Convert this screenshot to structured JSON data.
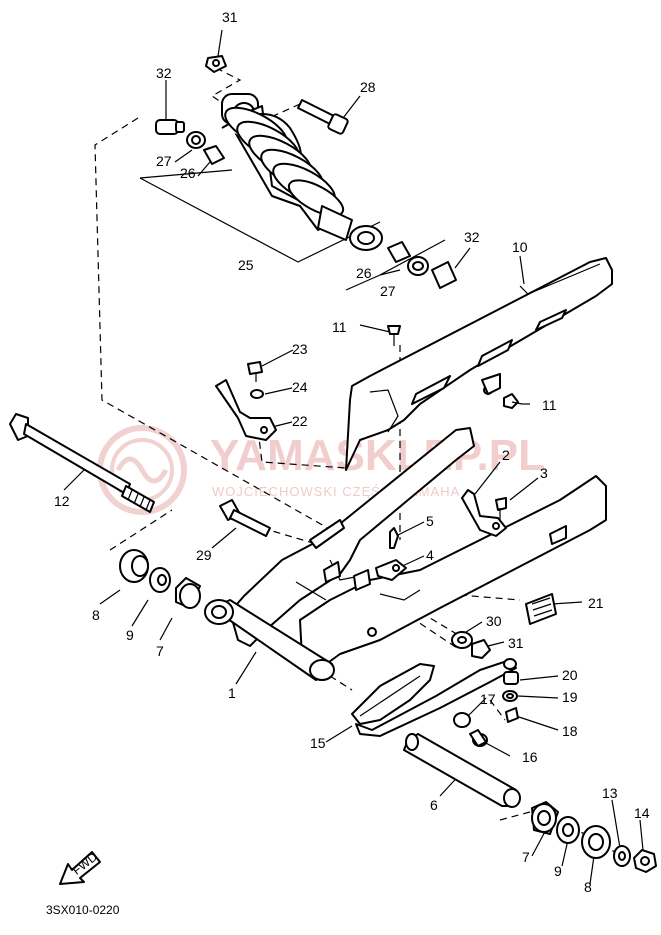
{
  "diagram": {
    "drawing_code": "3SX010-0220",
    "fwd_label": "FWD",
    "watermark": {
      "brand": "YAMASKLEP.PL",
      "tagline": "WOJCIECHOWSKI CZĘŚCI YAMAHA"
    },
    "callouts": [
      {
        "id": "c31a",
        "label": "31"
      },
      {
        "id": "c32a",
        "label": "32"
      },
      {
        "id": "c28",
        "label": "28"
      },
      {
        "id": "c27a",
        "label": "27"
      },
      {
        "id": "c26a",
        "label": "26"
      },
      {
        "id": "c25",
        "label": "25"
      },
      {
        "id": "c32b",
        "label": "32"
      },
      {
        "id": "c10",
        "label": "10"
      },
      {
        "id": "c26b",
        "label": "26"
      },
      {
        "id": "c27b",
        "label": "27"
      },
      {
        "id": "c11a",
        "label": "11"
      },
      {
        "id": "c23",
        "label": "23"
      },
      {
        "id": "c24",
        "label": "24"
      },
      {
        "id": "c11b",
        "label": "11"
      },
      {
        "id": "c22",
        "label": "22"
      },
      {
        "id": "c12",
        "label": "12"
      },
      {
        "id": "c2",
        "label": "2"
      },
      {
        "id": "c3",
        "label": "3"
      },
      {
        "id": "c5",
        "label": "5"
      },
      {
        "id": "c29",
        "label": "29"
      },
      {
        "id": "c4",
        "label": "4"
      },
      {
        "id": "c8a",
        "label": "8"
      },
      {
        "id": "c9a",
        "label": "9"
      },
      {
        "id": "c7a",
        "label": "7"
      },
      {
        "id": "c21",
        "label": "21"
      },
      {
        "id": "c30",
        "label": "30"
      },
      {
        "id": "c31b",
        "label": "31"
      },
      {
        "id": "c1",
        "label": "1"
      },
      {
        "id": "c20",
        "label": "20"
      },
      {
        "id": "c19",
        "label": "19"
      },
      {
        "id": "c17",
        "label": "17"
      },
      {
        "id": "c18",
        "label": "18"
      },
      {
        "id": "c15",
        "label": "15"
      },
      {
        "id": "c16",
        "label": "16"
      },
      {
        "id": "c6",
        "label": "6"
      },
      {
        "id": "c13",
        "label": "13"
      },
      {
        "id": "c14",
        "label": "14"
      },
      {
        "id": "c7b",
        "label": "7"
      },
      {
        "id": "c9b",
        "label": "9"
      },
      {
        "id": "c8b",
        "label": "8"
      }
    ]
  }
}
